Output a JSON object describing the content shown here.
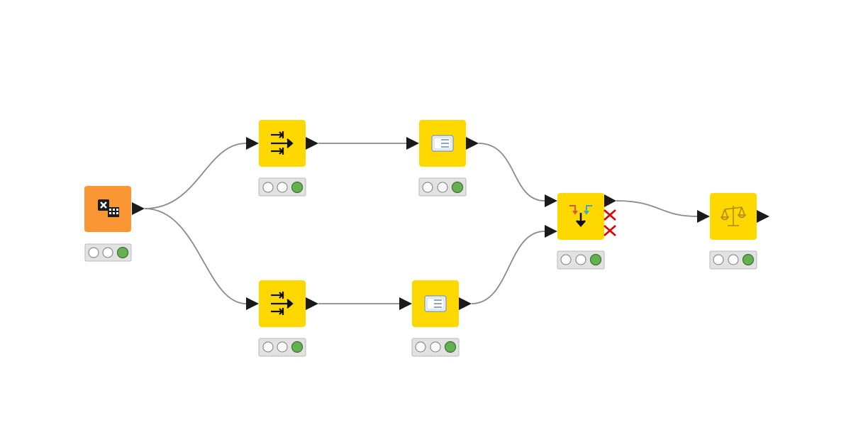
{
  "workflow": {
    "colors": {
      "source_node": "#fb9634",
      "manipulator_node": "#ffd800",
      "connection": "#8a8a8a",
      "port": "#1a1a1a",
      "status_green": "#63b14f",
      "status_tray": "#e2e2e2",
      "inactive_port_marker": "#e00000"
    },
    "nodes": [
      {
        "id": "excel-reader",
        "icon": "excel-table-icon",
        "status": "executed"
      },
      {
        "id": "column-filter-top",
        "icon": "column-filter-arrows-icon",
        "status": "executed"
      },
      {
        "id": "column-filter-bottom",
        "icon": "column-filter-arrows-icon",
        "status": "executed"
      },
      {
        "id": "row-filter-top",
        "icon": "table-row-icon",
        "status": "executed"
      },
      {
        "id": "row-filter-bottom",
        "icon": "table-row-icon",
        "status": "executed"
      },
      {
        "id": "concatenate",
        "icon": "concatenate-arrows-icon",
        "status": "executed"
      },
      {
        "id": "scorer",
        "icon": "balance-scale-icon",
        "status": "executed"
      }
    ]
  }
}
